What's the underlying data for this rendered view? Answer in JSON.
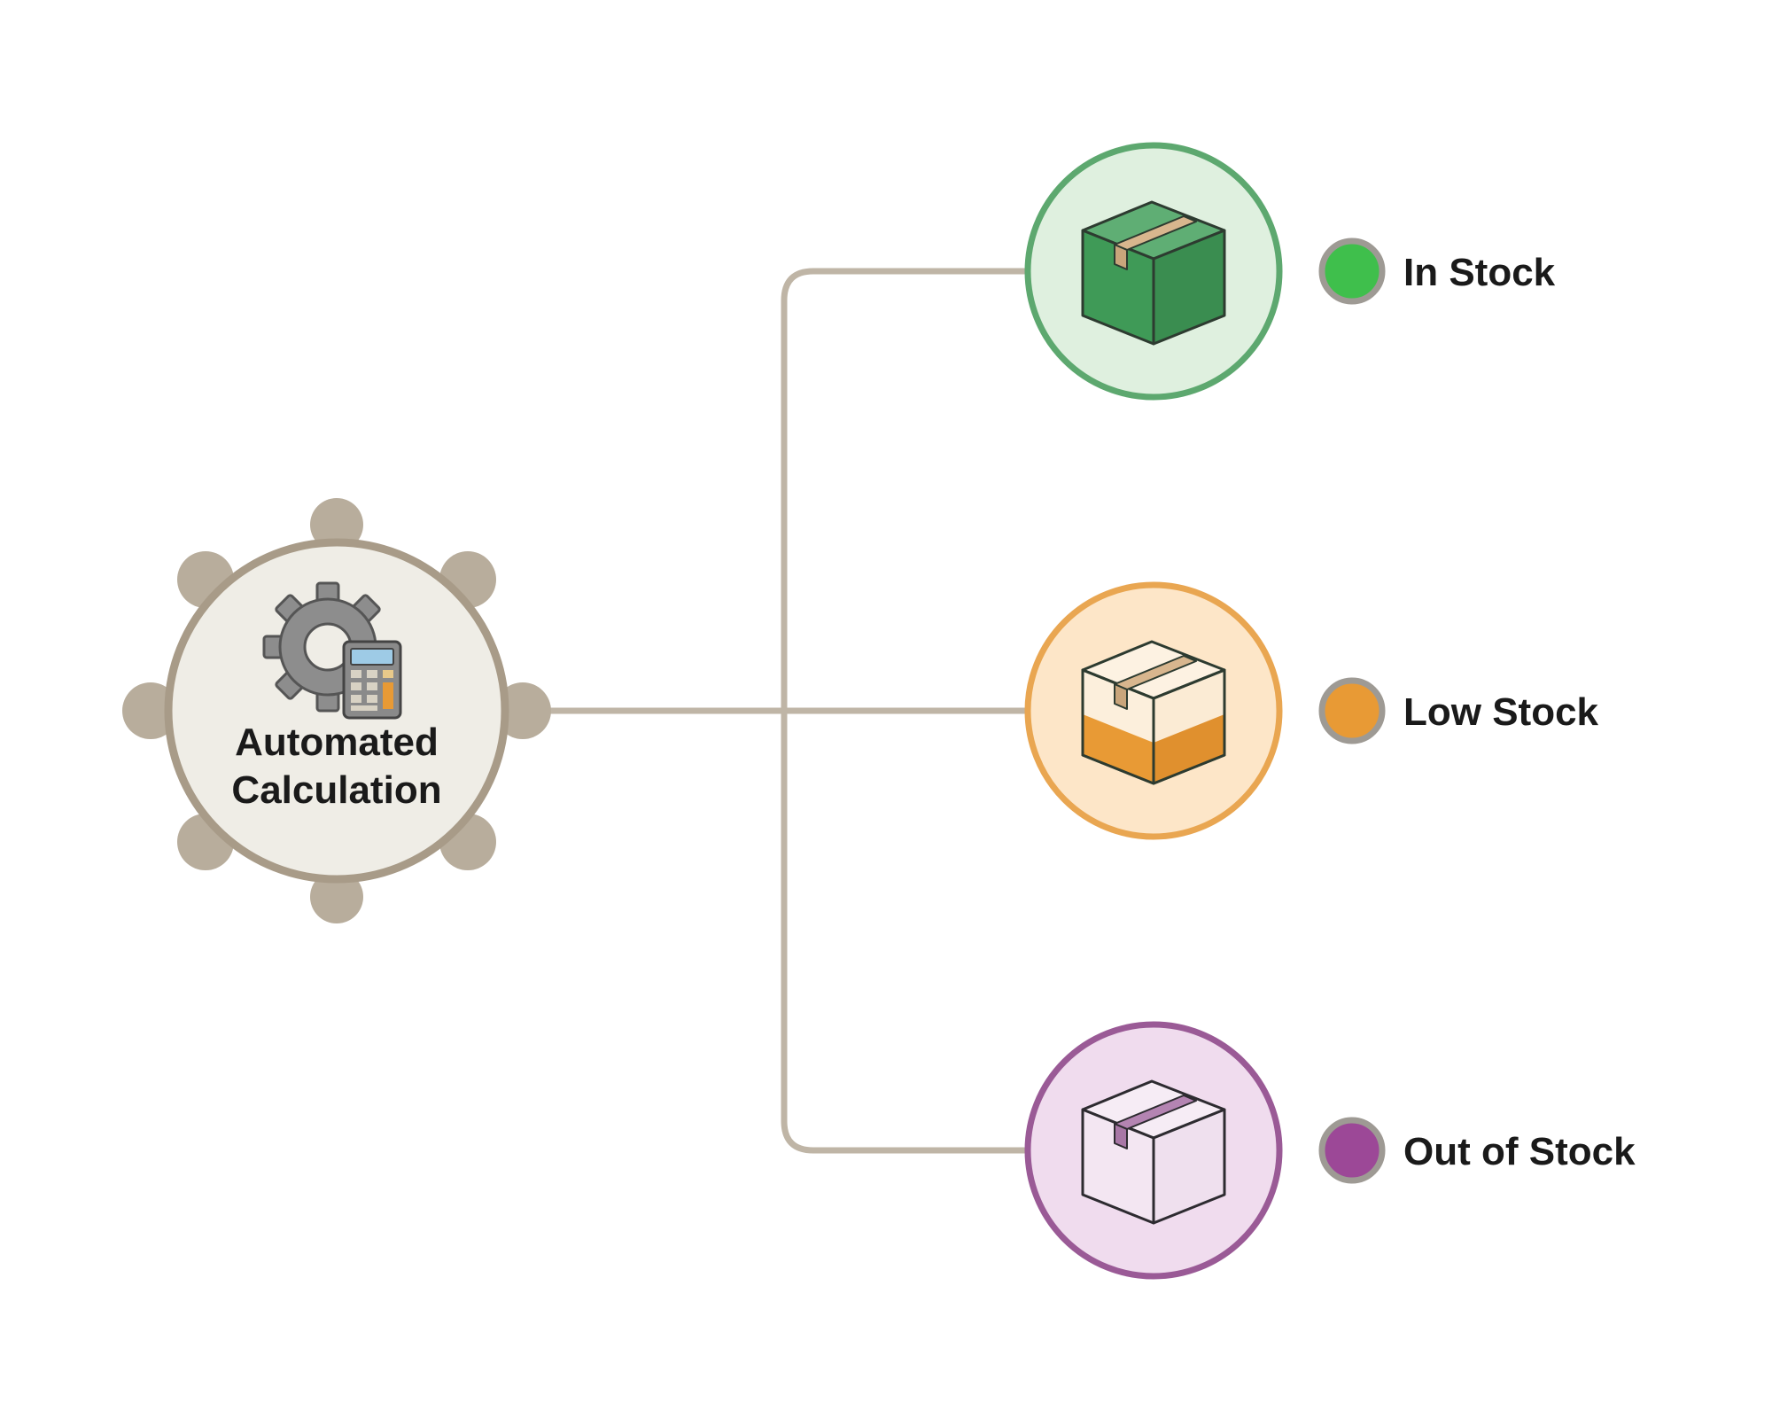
{
  "hub": {
    "label_line1": "Automated",
    "label_line2": "Calculation",
    "icon": "gear-calculator-icon"
  },
  "statuses": [
    {
      "key": "in-stock",
      "label": "In Stock",
      "icon": "full-box-icon",
      "color": "#3fbf4c",
      "ring_color": "#5da86f",
      "fill_color": "#dff0df",
      "box_color": "#3f9a57"
    },
    {
      "key": "low-stock",
      "label": "Low Stock",
      "icon": "half-full-box-icon",
      "color": "#e89a35",
      "ring_color": "#e9a651",
      "fill_color": "#fde6c8",
      "box_color": "#e89a35"
    },
    {
      "key": "out-of-stock",
      "label": "Out of Stock",
      "icon": "empty-box-icon",
      "color": "#9c4897",
      "ring_color": "#9a5a96",
      "fill_color": "#f0dcee",
      "box_color": "#b484b2"
    }
  ],
  "colors": {
    "connector": "#bfb5a6",
    "hub_ring": "#a89b88",
    "hub_fill": "#efede6",
    "dot_border": "#9e9a94"
  }
}
